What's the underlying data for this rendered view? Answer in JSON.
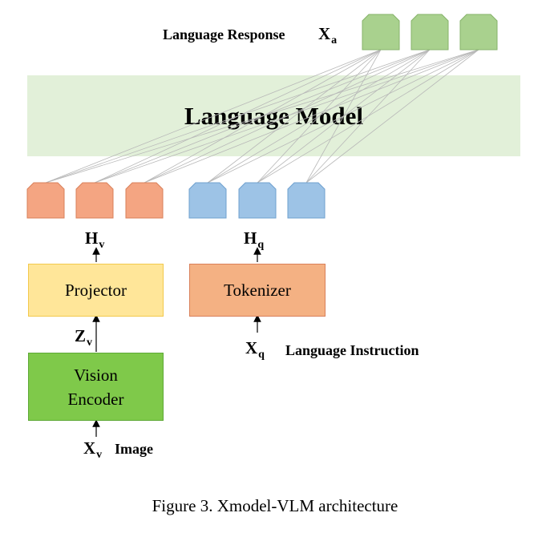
{
  "language_model": {
    "label": "Language Model"
  },
  "projector": {
    "label": "Projector"
  },
  "tokenizer": {
    "label": "Tokenizer"
  },
  "vision_encoder": {
    "line1": "Vision",
    "line2": "Encoder"
  },
  "labels": {
    "language_response": "Language Response",
    "language_instruction": "Language Instruction",
    "image": "Image"
  },
  "variables": {
    "xa": {
      "base": "X",
      "sub": "a"
    },
    "hv": {
      "base": "H",
      "sub": "v"
    },
    "hq": {
      "base": "H",
      "sub": "q"
    },
    "zv": {
      "base": "Z",
      "sub": "v"
    },
    "xq": {
      "base": "X",
      "sub": "q"
    },
    "xv": {
      "base": "X",
      "sub": "v"
    }
  },
  "caption": "Figure 3. Xmodel-VLM architecture",
  "colors": {
    "response_token": "#a9d18e",
    "visual_token": "#f4a582",
    "text_token": "#9dc3e6",
    "language_model_bg": "#e2f0d9",
    "projector_bg": "#ffe699",
    "tokenizer_bg": "#f4b183",
    "vision_encoder_bg": "#7fc94a"
  }
}
